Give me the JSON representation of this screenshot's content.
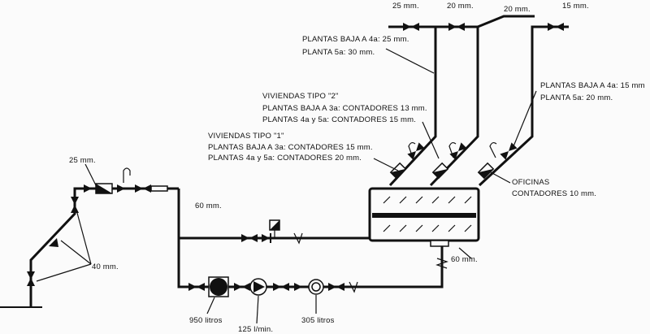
{
  "labels": {
    "top_25": "25 mm.",
    "top_20a": "20 mm.",
    "top_20b": "20 mm.",
    "top_15": "15 mm.",
    "plantas_baja_4a_25": "PLANTAS BAJA A 4a: 25 mm.",
    "planta_5a_30": "PLANTA 5a: 30 mm.",
    "viviendas_tipo_2": "VIVIENDAS TIPO \"2\"",
    "viv2_line1": "PLANTAS BAJA A 3a: CONTADORES 13 mm.",
    "viv2_line2": "PLANTAS 4a y 5a: CONTADORES 15 mm.",
    "viviendas_tipo_1": "VIVIENDAS TIPO \"1\"",
    "viv1_line1": "PLANTAS BAJA A 3a: CONTADORES 15 mm.",
    "viv1_line2": "PLANTAS 4a y 5a: CONTADORES 20 mm.",
    "right_line1": "PLANTAS BAJA A 4a: 15 mm",
    "right_line2": "PLANTA 5a: 20 mm.",
    "oficinas": "OFICINAS",
    "oficinas_contadores": "CONTADORES 10 mm.",
    "left_25": "25 mm.",
    "left_40": "40 mm.",
    "pipe_60_top": "60 mm.",
    "pipe_60_right": "60 mm.",
    "tank_950": "950 litros",
    "pump_125": "125 l/min.",
    "tank_305": "305 litros"
  }
}
